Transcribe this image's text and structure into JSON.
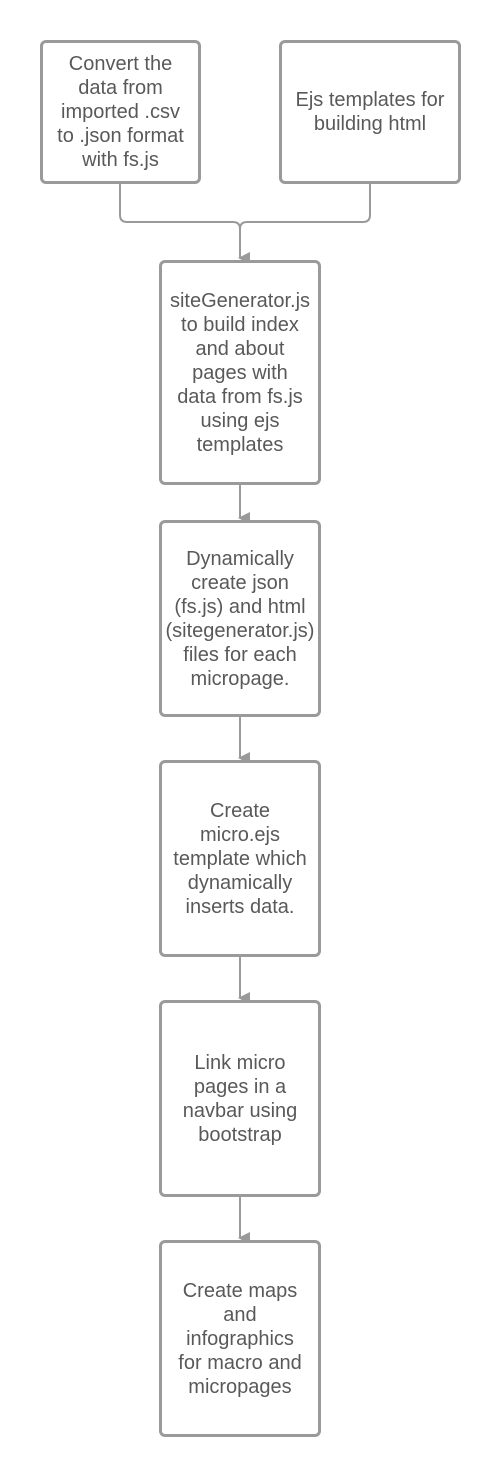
{
  "diagram": {
    "nodes": [
      {
        "id": "convert",
        "text": "Convert the\ndata from\nimported .csv\nto .json format\nwith fs.js"
      },
      {
        "id": "templates",
        "text": "Ejs templates for\nbuilding html"
      },
      {
        "id": "sitegen",
        "text": "siteGenerator.js\nto build index\nand about\npages with\ndata from fs.js\nusing ejs\ntemplates"
      },
      {
        "id": "dynamic",
        "text": "Dynamically\ncreate json\n(fs.js) and html\n(sitegenerator.js)\nfiles for each\nmicropage."
      },
      {
        "id": "micro",
        "text": "Create\nmicro.ejs\ntemplate which\ndynamically\ninserts data."
      },
      {
        "id": "link",
        "text": "Link micro\npages in a\nnavbar using\nbootstrap"
      },
      {
        "id": "maps",
        "text": "Create maps\nand\ninfographics\nfor macro and\nmicropages"
      }
    ],
    "edges": [
      {
        "from": "convert",
        "to": "sitegen"
      },
      {
        "from": "templates",
        "to": "sitegen"
      },
      {
        "from": "sitegen",
        "to": "dynamic"
      },
      {
        "from": "dynamic",
        "to": "micro"
      },
      {
        "from": "micro",
        "to": "link"
      },
      {
        "from": "link",
        "to": "maps"
      }
    ],
    "colors": {
      "border": "#9a9a9a",
      "connector": "#9a9a9a",
      "text": "#595959",
      "background": "#ffffff"
    }
  }
}
